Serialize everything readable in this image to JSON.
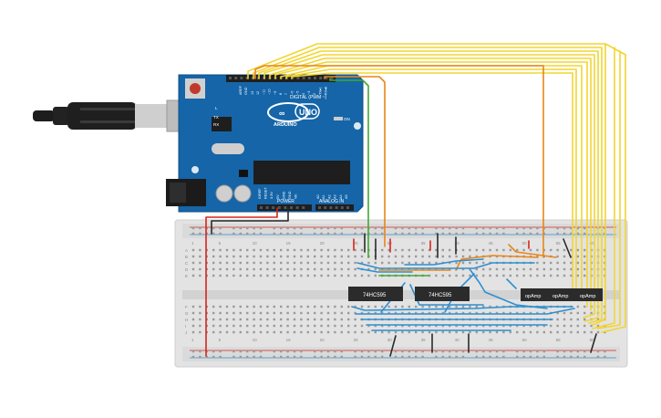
{
  "board": {
    "name": "UNO",
    "brand": "ARDUINO",
    "digital_label": "DIGITAL (PWM ~)",
    "power_label": "POWER",
    "analog_label": "ANALOG IN",
    "on_label": "ON",
    "l_label": "L",
    "tx_label": "TX",
    "rx_label": "RX",
    "aref_label": "AREF",
    "gnd_label": "GND",
    "digital_pins": [
      "13",
      "12",
      "~11",
      "~10",
      "~9",
      "8",
      "7",
      "~6",
      "~5",
      "4",
      "~3",
      "2",
      "TX▸1",
      "RX◂0"
    ],
    "power_pins": [
      "IOREF",
      "RESET",
      "3.3V",
      "5V",
      "GND",
      "GND",
      "Vin"
    ],
    "analog_pins": [
      "A0",
      "A1",
      "A2",
      "A3",
      "A4",
      "A5"
    ]
  },
  "breadboard": {
    "row_letters_top": [
      "A",
      "B",
      "C",
      "D",
      "E"
    ],
    "row_letters_bottom": [
      "F",
      "G",
      "H",
      "I",
      "J"
    ],
    "col_numbers": [
      "1",
      "5",
      "10",
      "15",
      "20",
      "25",
      "30",
      "35",
      "40",
      "45",
      "50",
      "55",
      "60"
    ]
  },
  "chips": [
    {
      "label": "74HC595"
    },
    {
      "label": "74HC595"
    },
    {
      "label": "opAmp"
    },
    {
      "label": "opAmp"
    },
    {
      "label": "opAmp"
    }
  ],
  "colors": {
    "board": "#1565a8",
    "breadboard": "#e3e3e3",
    "wire_yellow": "#f2d530",
    "wire_orange": "#e8861a",
    "wire_blue": "#2d8fd0",
    "wire_green": "#43a832",
    "wire_red": "#d8241c",
    "wire_black": "#2a2a2a",
    "chip": "#2b2b2b"
  }
}
